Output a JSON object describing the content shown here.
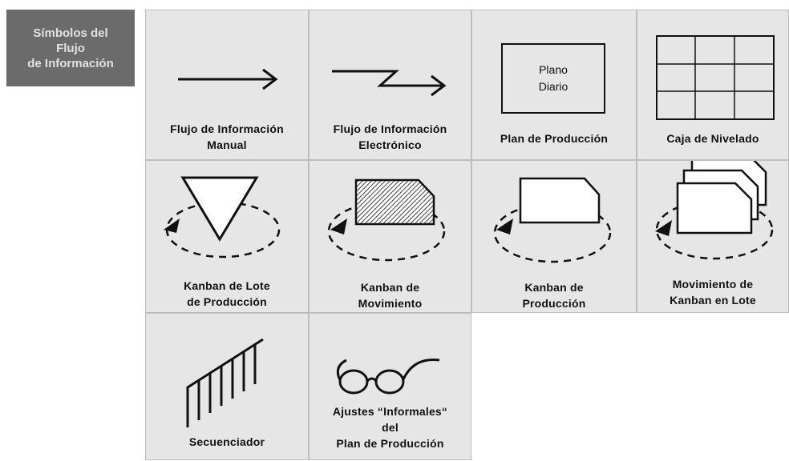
{
  "header": {
    "line1": "Símbolos del",
    "line2": "Flujo",
    "line3": "de Información"
  },
  "symbols": [
    {
      "line1": "Flujo de Información",
      "line2": "Manual"
    },
    {
      "line1": "Flujo de Información",
      "line2": "Electrónico"
    },
    {
      "line1": "Plan de Producción",
      "inner_line1": "Plano",
      "inner_line2": "Diario"
    },
    {
      "line1": "Caja de Nivelado"
    },
    {
      "line1": "Kanban de Lote",
      "line2": "de Producción"
    },
    {
      "line1": "Kanban de",
      "line2": "Movimiento"
    },
    {
      "line1": "Kanban de",
      "line2": "Producción"
    },
    {
      "line1": "Movimiento de",
      "line2": "Kanban en Lote"
    },
    {
      "line1": "Secuenciador"
    },
    {
      "line1": "Ajustes “Informales“",
      "line2": "del",
      "line3": "Plan de Producción"
    }
  ]
}
